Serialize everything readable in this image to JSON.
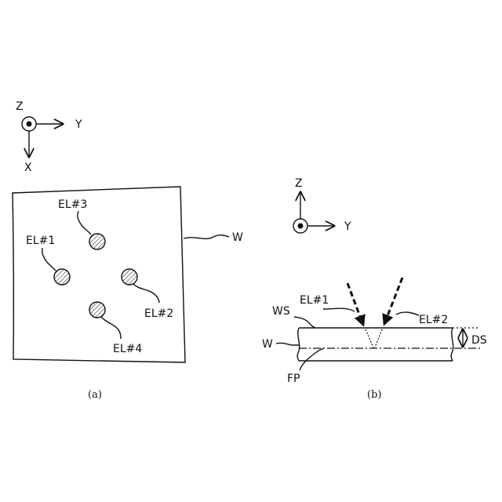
{
  "panel_a": {
    "axes": {
      "out_of_plane": "Z",
      "horizontal": "Y",
      "vertical": "X"
    },
    "wafer_label": "W",
    "spots": [
      "EL#1",
      "EL#2",
      "EL#3",
      "EL#4"
    ],
    "caption": "(a)"
  },
  "panel_b": {
    "axes": {
      "vertical": "Z",
      "horizontal": "Y"
    },
    "beam_left": "EL#1",
    "beam_right": "EL#2",
    "surface_label": "WS",
    "wafer_label": "W",
    "focal_plane_label": "FP",
    "distance_label": "DS",
    "caption": "(b)"
  }
}
